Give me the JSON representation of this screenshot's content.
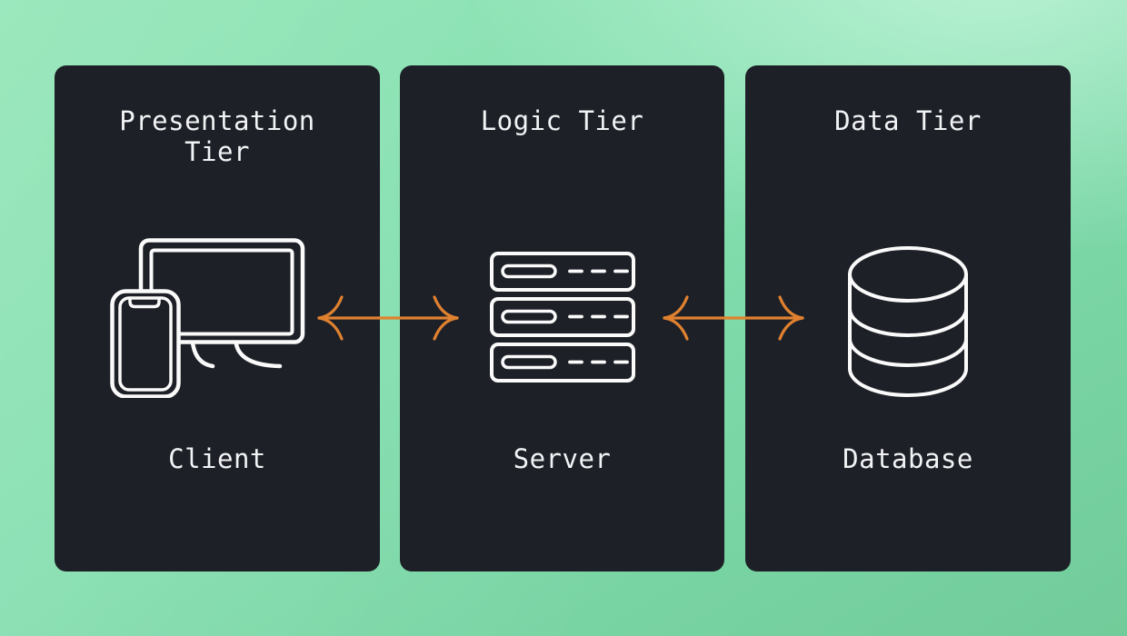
{
  "tiers": [
    {
      "title": "Presentation Tier",
      "label": "Client",
      "icon": "client-devices-icon"
    },
    {
      "title": "Logic Tier",
      "label": "Server",
      "icon": "server-stack-icon"
    },
    {
      "title": "Data Tier",
      "label": "Database",
      "icon": "database-icon"
    }
  ],
  "connectors": [
    {
      "from": "Client",
      "to": "Server",
      "direction": "bidirectional"
    },
    {
      "from": "Server",
      "to": "Database",
      "direction": "bidirectional"
    }
  ],
  "colors": {
    "background_green": "#82deae",
    "background_green_light": "#aef2cd",
    "background_green_dark": "#71cb9a",
    "card_background": "#1d2027",
    "icon_stroke": "#fafafa",
    "text": "#f2f3f5",
    "arrow_orange": "#e0812f"
  }
}
